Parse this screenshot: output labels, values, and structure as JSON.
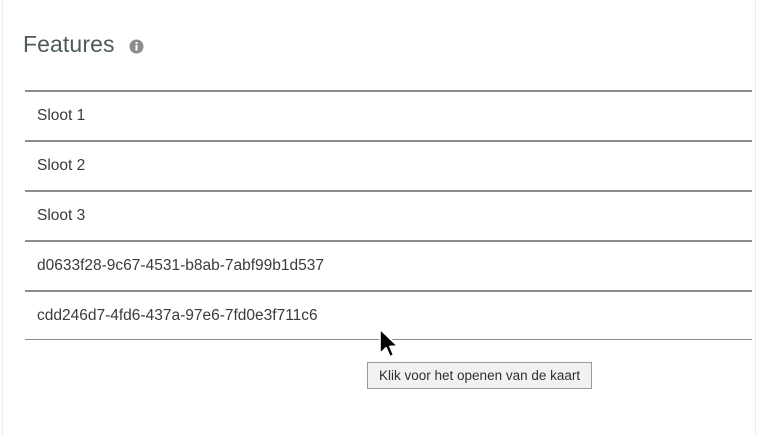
{
  "panel": {
    "title": "Features",
    "info_icon": "info-icon",
    "info_icon_color": "#8c8c8c"
  },
  "features": {
    "rows": [
      {
        "label": "Sloot 1"
      },
      {
        "label": "Sloot 2"
      },
      {
        "label": "Sloot 3"
      },
      {
        "label": "d0633f28-9c67-4531-b8ab-7abf99b1d537"
      },
      {
        "label": "cdd246d7-4fd6-437a-97e6-7fd0e3f711c6"
      }
    ]
  },
  "tooltip": {
    "text": "Klik voor het openen van de kaart",
    "background": "#f1f1f1",
    "border_color": "#9a9a9a"
  },
  "cursor": {
    "name": "mouse-pointer",
    "color": "#000000"
  },
  "colors": {
    "page_background": "#ffffff",
    "divider": "#8c8c8c",
    "title_text": "#4d5c59",
    "row_text": "#3b3b3b",
    "panel_edge": "#eceded"
  }
}
